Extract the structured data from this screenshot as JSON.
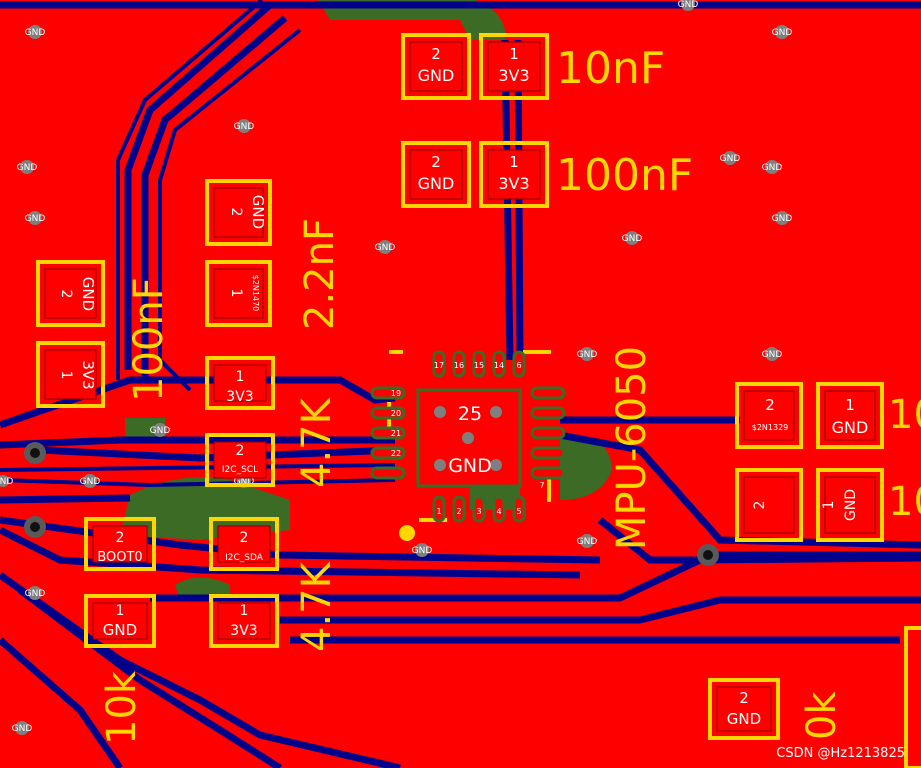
{
  "colors": {
    "copper_top": "#ff0000",
    "copper_bottom": "#00008b",
    "silkscreen": "#ffd700",
    "solder_mask": "#3b6b25",
    "via": "#7f7f7f",
    "pad_text": "#ffffff"
  },
  "u1": {
    "ref": "MPU-6050",
    "center_pad_number": "25",
    "center_pad_net": "GND",
    "pin_labels": [
      "19",
      "20",
      "21",
      "22",
      "17",
      "16",
      "15",
      "14",
      "1",
      "2",
      "3",
      "4",
      "5",
      "6",
      "7"
    ]
  },
  "components": [
    {
      "value": "10nF",
      "pads": [
        {
          "num": "2",
          "net": "GND"
        },
        {
          "num": "1",
          "net": "3V3"
        }
      ]
    },
    {
      "value": "100nF",
      "pads": [
        {
          "num": "2",
          "net": "GND"
        },
        {
          "num": "1",
          "net": "3V3"
        }
      ]
    },
    {
      "value": "2.2nF",
      "pads": [
        {
          "num": "2",
          "net": "GND"
        },
        {
          "num": "1",
          "net": "$2N1470"
        }
      ]
    },
    {
      "value": "100nF",
      "pads": [
        {
          "num": "2",
          "net": "GND"
        },
        {
          "num": "1",
          "net": "3V3"
        }
      ]
    },
    {
      "value": "4.7K",
      "pads": [
        {
          "num": "1",
          "net": "3V3"
        },
        {
          "num": "2",
          "net": "I2C_SCL"
        }
      ]
    },
    {
      "value": "4.7K",
      "pads": [
        {
          "num": "2",
          "net": "I2C_SDA"
        },
        {
          "num": "1",
          "net": "3V3"
        }
      ]
    },
    {
      "value": "10k",
      "pads": [
        {
          "num": "2",
          "net": "BOOT0"
        },
        {
          "num": "1",
          "net": "GND"
        }
      ]
    },
    {
      "value": "10",
      "pads": [
        {
          "num": "2",
          "net": "$2N1329"
        },
        {
          "num": "1",
          "net": "GND"
        }
      ]
    },
    {
      "value": "10",
      "pads": [
        {
          "num": "2",
          "net": ""
        },
        {
          "num": "1",
          "net": "GND"
        }
      ]
    },
    {
      "value": "0k",
      "pads": [
        {
          "num": "2",
          "net": "GND"
        }
      ]
    }
  ],
  "via_label": "GND",
  "watermark": "CSDN @Hz1213825"
}
